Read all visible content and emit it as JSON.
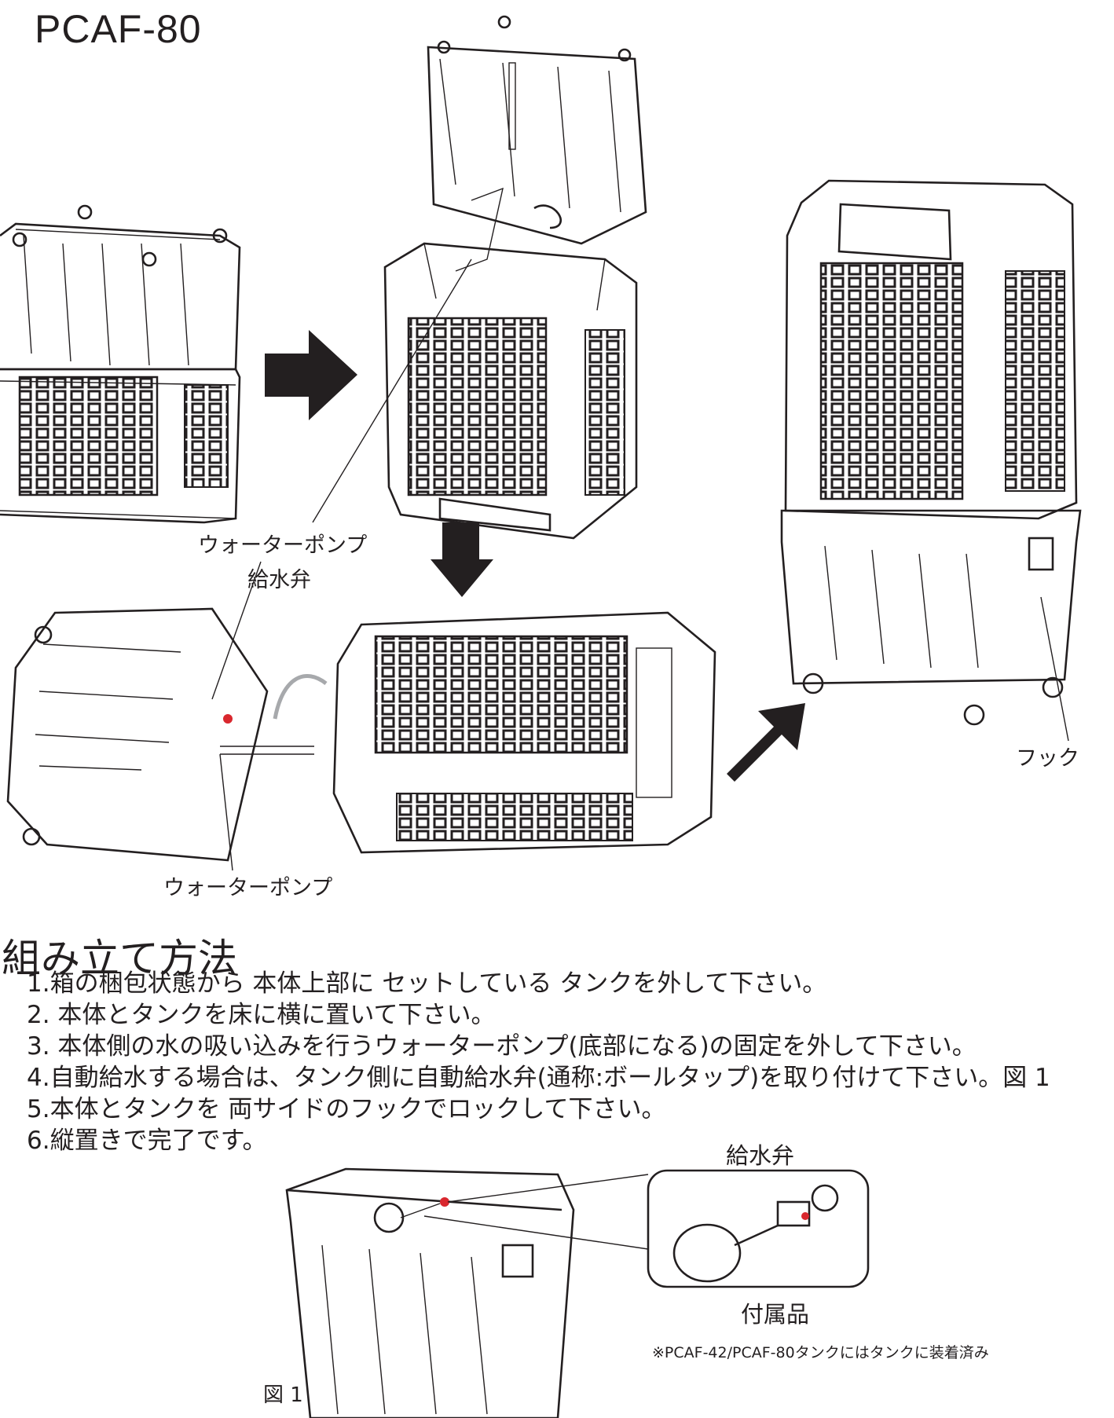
{
  "model": "PCAF-80",
  "labels": {
    "water_pump_top": "ウォーターポンプ",
    "supply_valve_top": "給水弁",
    "hook": "フック",
    "water_pump_bottom": "ウォーターポンプ"
  },
  "assembly": {
    "heading": "組み立て方法",
    "steps": [
      "1.箱の梱包状態から 本体上部に セットしている タンクを外して下さい。",
      "2. 本体とタンクを床に横に置いて下さい。",
      "3. 本体側の水の吸い込みを行うウォーターポンプ(底部になる)の固定を外して下さい。",
      "4.自動給水する場合は、タンク側に自動給水弁(通称:ボールタップ)を取り付けて下さい。図 1",
      "5.本体とタンクを 両サイドのフックでロックして下さい。",
      "6.縦置きで完了です。"
    ]
  },
  "figure1": {
    "valve_title": "給水弁",
    "accessory": "付属品",
    "note": "※PCAF-42/PCAF-80タンクにはタンクに装着済み",
    "caption": "図 1"
  },
  "colors": {
    "ink": "#231f20",
    "valve_red": "#d9272e",
    "arrow_gray": "#a7a9ac"
  }
}
